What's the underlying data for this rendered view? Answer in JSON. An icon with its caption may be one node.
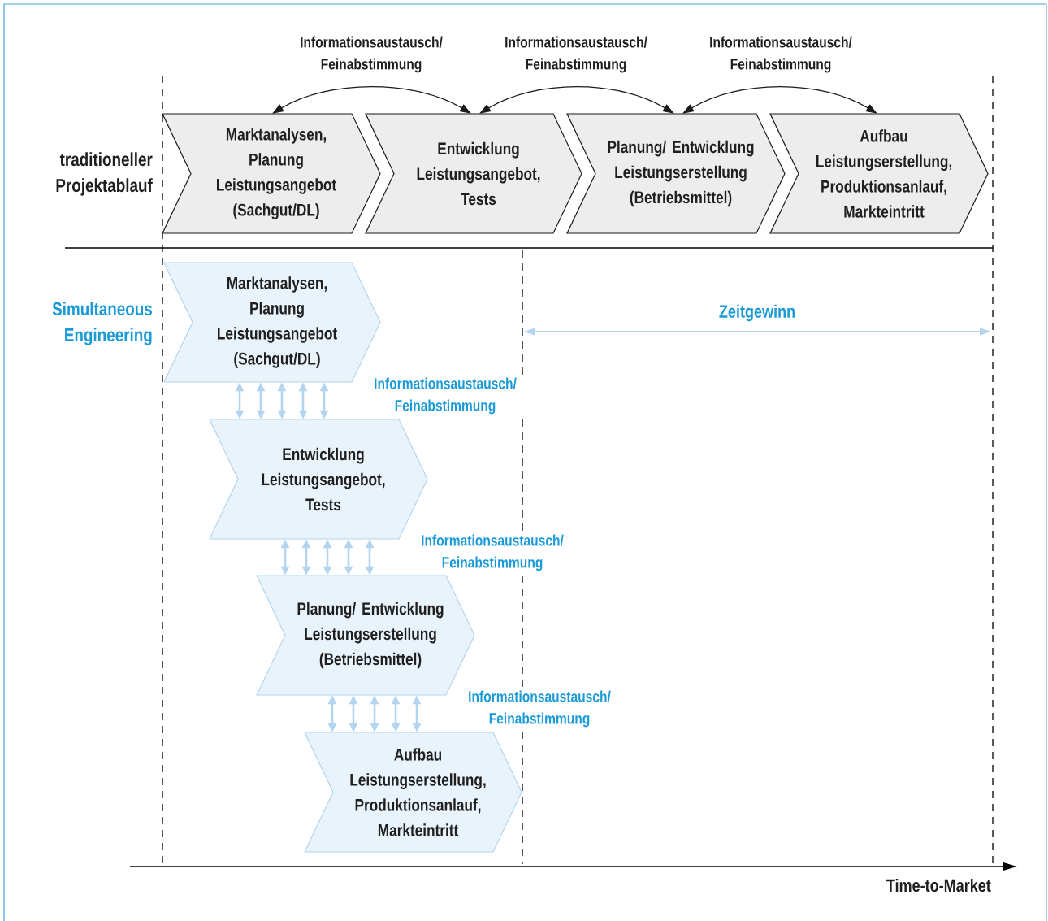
{
  "diagram": {
    "nodes": [
      {
        "text": [
          "Marktanalysen, Planung Leistungsangebot (Sachgut/DL)"
        ]
      },
      {
        "text": [
          "Entwicklung Leistungsangebot, Tests"
        ]
      },
      {
        "text": [
          "Planung/ Entwicklung Leistungserstellung (Betriebsmittel)"
        ]
      },
      {
        "text": [
          "Aufbau Leistungserstellung, Produktionsanlauf, Markteintritt"
        ]
      },
      {
        "text": [
          "Marktanalysen, Planung Leistungsangebot (Sachgut/DL)"
        ]
      },
      {
        "text": [
          "Entwicklung Leistungsangebot, Tests"
        ]
      },
      {
        "text": [
          "Planung/ Entwicklung Leistungserstellung (Betriebsmittel)"
        ]
      },
      {
        "text": [
          "Aufbau Leistungserstellung, Produktionsanlauf, Markteintritt"
        ]
      }
    ],
    "edges": [
      {
        "from": 0,
        "to": 1,
        "arrow": "both",
        "label": "Informationsaustausch/ Feinabstimmung",
        "color": "#1a1a1a"
      },
      {
        "from": 1,
        "to": 2,
        "arrow": "both",
        "label": "Informationsaustausch/ Feinabstimmung",
        "color": "#1a1a1a"
      },
      {
        "from": 2,
        "to": 3,
        "arrow": "both",
        "label": "Informationsaustausch/ Feinabstimmung",
        "color": "#1a1a1a"
      },
      {
        "from": 4,
        "to": 5,
        "arrow": "both"
      },
      {
        "from": 4,
        "to": 5,
        "arrow": "both"
      },
      {
        "from": 4,
        "to": 5,
        "arrow": "both"
      },
      {
        "from": 4,
        "to": 5,
        "arrow": "both"
      },
      {
        "from": 4,
        "to": 5,
        "arrow": "both",
        "label": "Informationsaustausch/ Feinabstimmung"
      },
      {
        "from": 5,
        "to": 6,
        "arrow": "both"
      },
      {
        "from": 5,
        "to": 6,
        "arrow": "both"
      },
      {
        "from": 5,
        "to": 6,
        "arrow": "both"
      },
      {
        "from": 5,
        "to": 6,
        "arrow": "both"
      },
      {
        "from": 5,
        "to": 6,
        "arrow": "both",
        "label": "Informationsaustausch/ Feinabstimmung"
      },
      {
        "from": 6,
        "to": 7,
        "arrow": "both"
      },
      {
        "from": 6,
        "to": 7,
        "arrow": "both"
      },
      {
        "from": 6,
        "to": 7,
        "arrow": "both"
      },
      {
        "from": 6,
        "to": 7,
        "arrow": "both"
      },
      {
        "from": 6,
        "to": 7,
        "arrow": "both",
        "label": "Informationsaustausch/ Feinabstimmung"
      }
    ],
    "labels": [
      "traditioneller Projektablauf",
      "Simultaneous Engineering",
      "Zeitgewinn",
      "Time-to-Market"
    ]
  }
}
